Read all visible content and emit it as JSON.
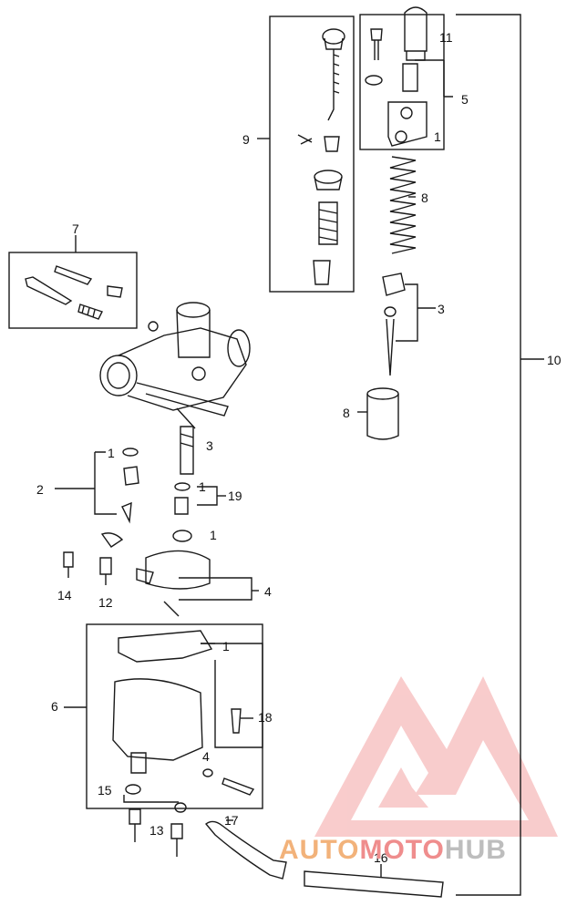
{
  "callouts": {
    "c11": "11",
    "c5": "5",
    "c1_top": "1",
    "c9": "9",
    "c8_spring": "8",
    "c7": "7",
    "c3_right": "3",
    "c10": "10",
    "c8_needle": "8",
    "c3_left": "3",
    "c1_a": "1",
    "c2": "2",
    "c1_b": "1",
    "c19": "19",
    "c1_c": "1",
    "c14": "14",
    "c12": "12",
    "c4_top": "4",
    "c1_bowl": "1",
    "c6": "6",
    "c18": "18",
    "c4_bottom": "4",
    "c15": "15",
    "c17": "17",
    "c13": "13",
    "c16": "16"
  },
  "watermark": {
    "part1": "AUTO",
    "part2": "MOTO",
    "part3": "HUB",
    "colors": {
      "auto": "#f2b27a",
      "moto": "#ef8d8d",
      "hub": "#bdbdbd",
      "logo": "#f08080"
    }
  },
  "colors": {
    "line": "#1a1a1a"
  }
}
